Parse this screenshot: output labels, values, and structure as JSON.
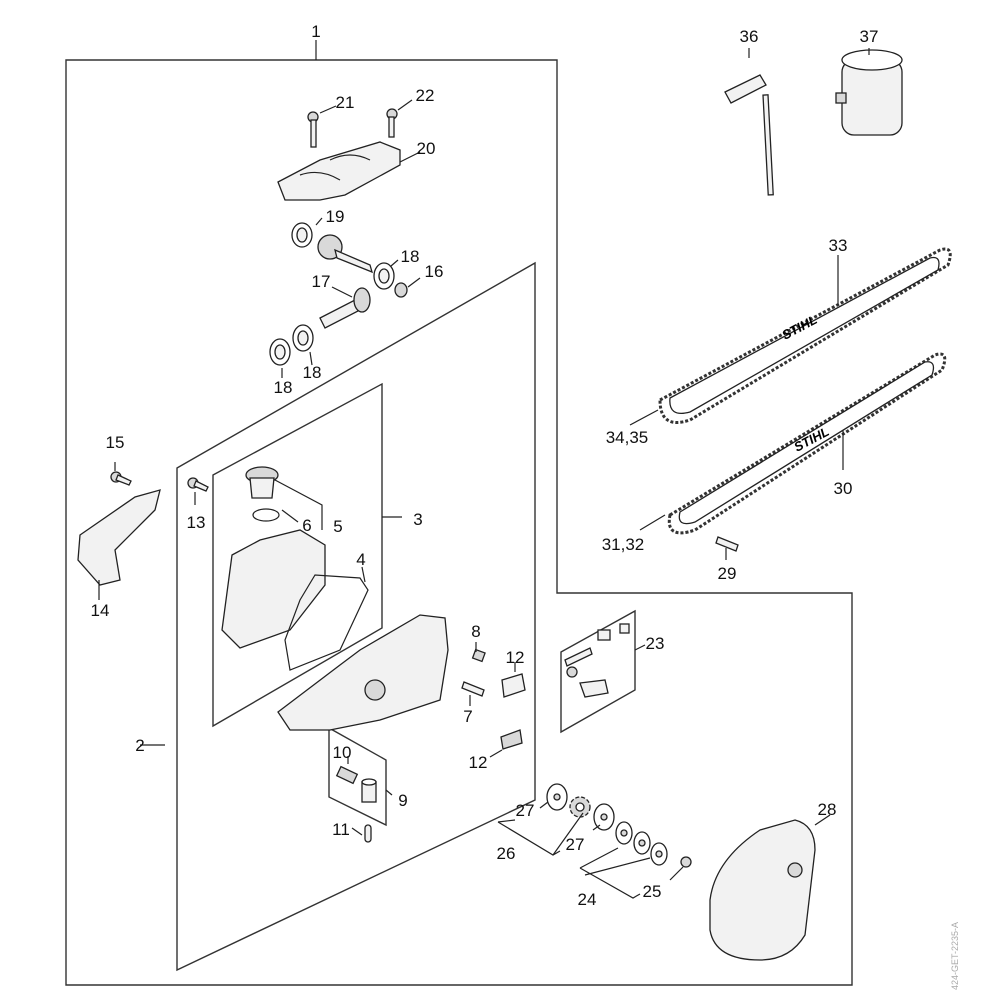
{
  "diagram": {
    "type": "exploded-parts-diagram",
    "brand_on_bar": "STIHL",
    "side_code": "424-GET-2235-A",
    "callouts": {
      "c1": "1",
      "c2": "2",
      "c3": "3",
      "c4": "4",
      "c5": "5",
      "c6": "6",
      "c7": "7",
      "c8": "8",
      "c9": "9",
      "c10": "10",
      "c11": "11",
      "c12a": "12",
      "c12b": "12",
      "c13": "13",
      "c14": "14",
      "c15": "15",
      "c16": "16",
      "c17": "17",
      "c18a": "18",
      "c18b": "18",
      "c18c": "18",
      "c19": "19",
      "c20": "20",
      "c21": "21",
      "c22": "22",
      "c23": "23",
      "c24": "24",
      "c25": "25",
      "c26": "26",
      "c27a": "27",
      "c27b": "27",
      "c28": "28",
      "c29": "29",
      "c30": "30",
      "c31_32": "31,32",
      "c33": "33",
      "c34_35": "34,35",
      "c36": "36",
      "c37": "37"
    }
  }
}
